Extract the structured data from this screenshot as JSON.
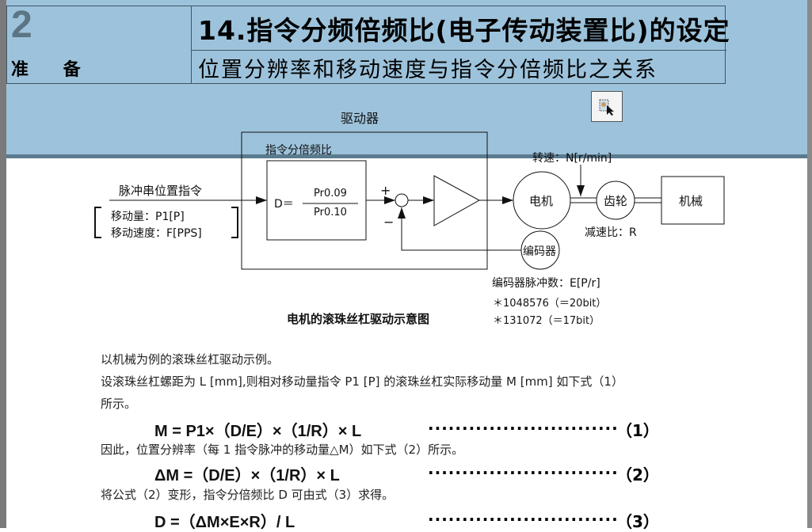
{
  "header": {
    "chapter_number": "2",
    "chapter_label": "准 备",
    "title": "14.指令分频倍频比(电子传动装置比)的设定",
    "subtitle": "位置分辨率和移动速度与指令分倍频比之关系"
  },
  "toolbar": {
    "icon": "image-select-icon"
  },
  "diagram": {
    "driver": "驱动器",
    "ratio_label": "指令分倍频比",
    "d_eq": "D＝",
    "numerator": "Pr0.09",
    "denominator": "Pr0.10",
    "input_label": "脉冲串位置指令",
    "move_amount": "移动量：P1[P]",
    "move_speed": "移动速度：F[PPS]",
    "plus": "+",
    "minus": "−",
    "motor": "电机",
    "gear": "齿轮",
    "machine": "机械",
    "speed": "转速：N[r/min]",
    "reduction": "减速比：R",
    "encoder": "编码器",
    "encoder_pulses": "编码器脉冲数：E[P/r]",
    "enc1": "＊1048576（＝20bit）",
    "enc2": "＊131072（＝17bit）",
    "caption": "电机的滚珠丝杠驱动示意图"
  },
  "body": {
    "p1": "以机械为例的滚珠丝杠驱动示例。",
    "p2": "设滚珠丝杠螺距为 L [mm],则相对移动量指令 P1 [P] 的滚珠丝杠实际移动量 M [mm] 如下式（1）",
    "p3": "所示。",
    "f1": "M = P1×（D/E）×（1/R）× L",
    "p4": "因此，位置分辨率（每 1 指令脉冲的移动量△M）如下式（2）所示。",
    "f2": "ΔM =（D/E）×（1/R）× L",
    "p5": "将公式（2）变形，指令分倍频比 D 可由式（3）求得。",
    "f3": "D =（ΔM×E×R）/ L",
    "dots": "............................",
    "eq1": "（1）",
    "eq2": "（2）",
    "eq3": "（3）"
  }
}
